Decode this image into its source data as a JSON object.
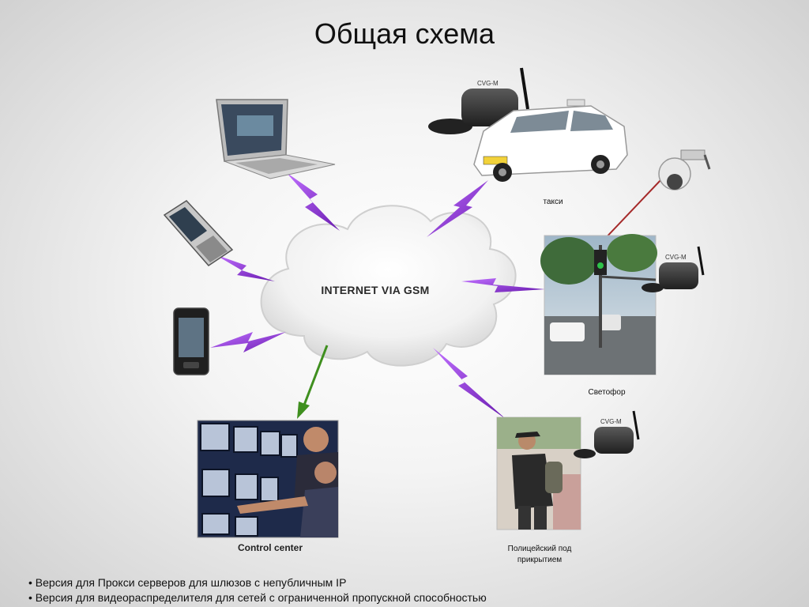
{
  "slide": {
    "title": "Общая схема"
  },
  "diagram": {
    "cloud_label": "INTERNET VIA GSM",
    "device_tag": "CVG-M",
    "nodes": {
      "taxi": {
        "caption": "такси"
      },
      "traffic_light": {
        "caption": "Светофор"
      },
      "police": {
        "caption_line1": "Полицейский под",
        "caption_line2": "прикрытием"
      },
      "control_center": {
        "caption": "Control center"
      }
    },
    "colors": {
      "lightning": "#8a2be2",
      "arrow": "#3f8f1f",
      "camera_link": "#a52a2a"
    }
  },
  "notes": [
    "• Версия для Прокси серверов для шлюзов с непубличным IP",
    "• Версия для видеораспределителя для сетей с ограниченной пропускной способностью"
  ]
}
